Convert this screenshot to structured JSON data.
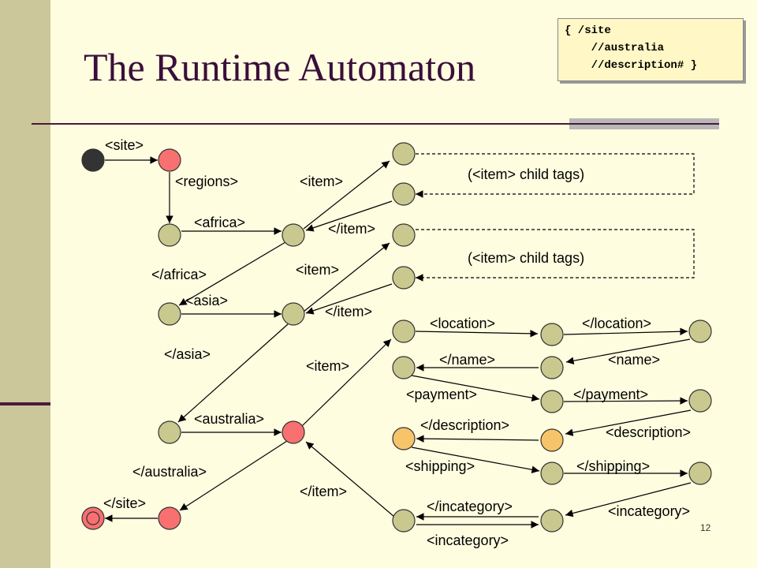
{
  "title": "The Runtime Automaton",
  "query_box": [
    "{ /site",
    "    //australia",
    "    //description# }"
  ],
  "page_number": "12",
  "colors": {
    "state": "#c9c98f",
    "red": "#f87070",
    "orange": "#f7c46a",
    "start": "#333333"
  },
  "labels": {
    "site": "<site>",
    "regions": "<regions>",
    "africa": "<africa>",
    "africa_end": "</africa>",
    "asia": "<asia>",
    "asia_end": "</asia>",
    "australia": "<australia>",
    "australia_end": "</australia>",
    "site_end": "</site>",
    "item1": "<item>",
    "item1_end": "</item>",
    "child_tags_1": "(<item> child tags)",
    "item2": "<item>",
    "item2_end": "</item>",
    "child_tags_2": "(<item> child tags)",
    "item3": "<item>",
    "item3_end": "</item>",
    "location": "<location>",
    "location_end": "</location>",
    "name_end": "</name>",
    "name": "<name>",
    "payment": "<payment>",
    "payment_end": "</payment>",
    "description_end": "</description>",
    "description": "<description>",
    "shipping": "<shipping>",
    "shipping_end": "</shipping>",
    "incategory_end_top": "</incategory>",
    "incategory": "<incategory>",
    "incategory_end_bottom": "<incategory>"
  }
}
